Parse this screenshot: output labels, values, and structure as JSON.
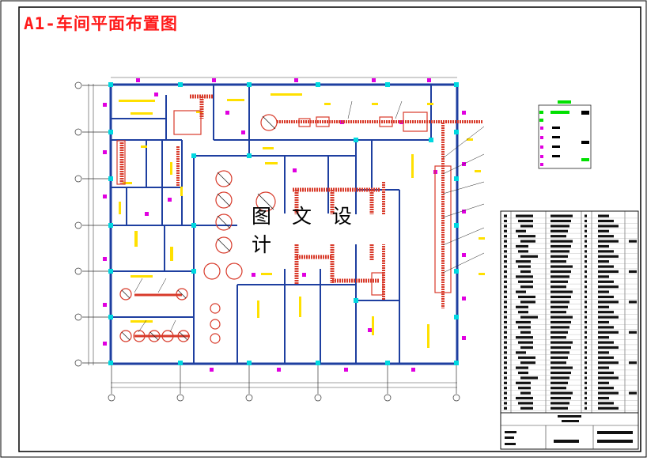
{
  "drawing": {
    "title": "A1-车间平面布置图",
    "watermark": "图 文 设 计"
  },
  "colors": {
    "wall": "#1e3fa0",
    "column": "#00d8e0",
    "equipment": "#d83a2a",
    "label": "#ffe000",
    "marker": "#e000e0",
    "grid_line": "#333333",
    "title": "#ff1a1a"
  },
  "icons": {
    "column_marker": "cyan-square",
    "door_marker": "magenta-square",
    "tank": "circle-with-cross"
  }
}
